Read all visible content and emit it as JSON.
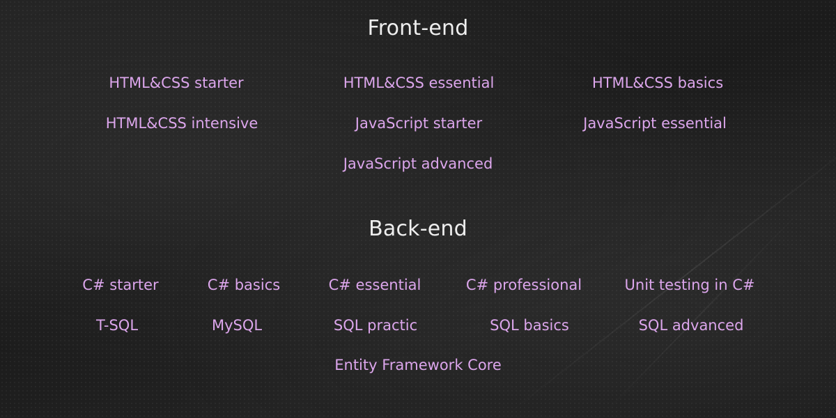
{
  "colors": {
    "background": "#1e1e1e",
    "heading": "#eeeeee",
    "link": "#dca6ec"
  },
  "sections": [
    {
      "title": "Front-end",
      "courses": [
        "HTML&CSS starter",
        "HTML&CSS essential",
        "HTML&CSS basics",
        "HTML&CSS intensive",
        "JavaScript starter",
        "JavaScript essential",
        "JavaScript advanced"
      ]
    },
    {
      "title": "Back-end",
      "courses": [
        "C# starter",
        "C# basics",
        "C# essential",
        "C# professional",
        "Unit testing in C#",
        "T-SQL",
        "MySQL",
        "SQL practic",
        "SQL basics",
        "SQL advanced",
        "Entity Framework Core"
      ]
    }
  ]
}
